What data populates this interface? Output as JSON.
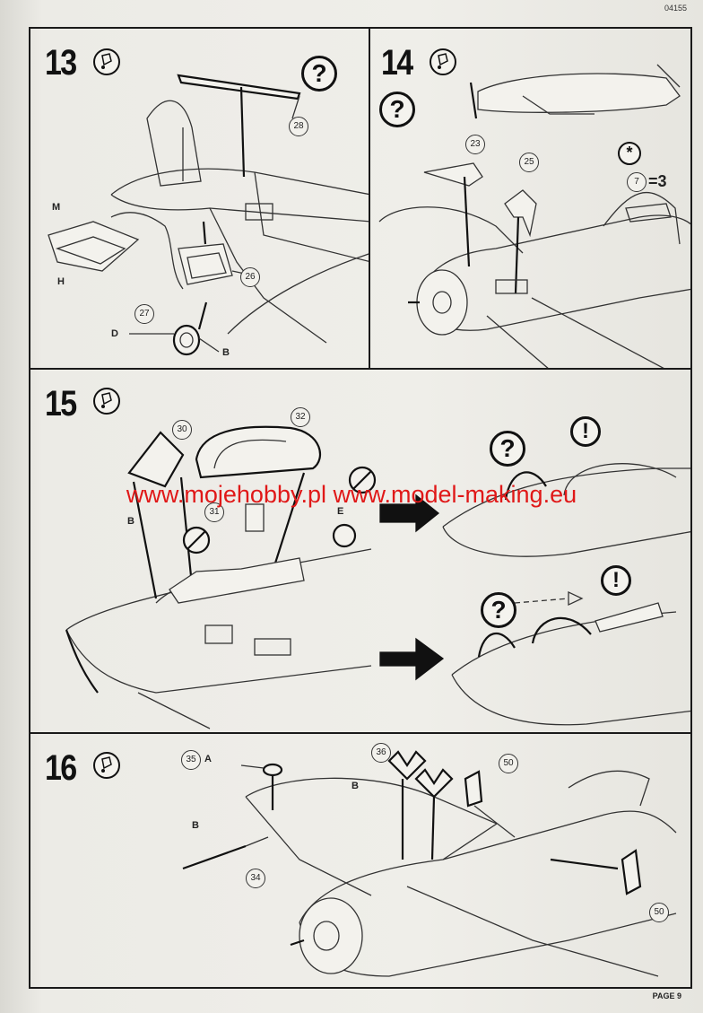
{
  "page": {
    "doc_number": "04155",
    "watermark": "www.mojehobby.pl www.model-making.eu",
    "footer": "PAGE 9"
  },
  "steps": [
    {
      "number": "13",
      "question_mark": "?",
      "parts": [
        "28",
        "26",
        "27"
      ],
      "sprue_labels": [
        "M",
        "H",
        "D",
        "B"
      ]
    },
    {
      "number": "14",
      "question_mark": "?",
      "asterisk": "*",
      "quantity": "=3",
      "parts": [
        "23",
        "25",
        "7"
      ]
    },
    {
      "number": "15",
      "question_mark": "?",
      "attention_mark": "!",
      "parts": [
        "30",
        "32",
        "31"
      ],
      "sprue_labels": [
        "B",
        "E"
      ]
    },
    {
      "number": "16",
      "part_letter": "A",
      "parts": [
        "35",
        "36",
        "50",
        "34",
        "50"
      ],
      "sprue_labels": [
        "B",
        "B"
      ]
    }
  ]
}
